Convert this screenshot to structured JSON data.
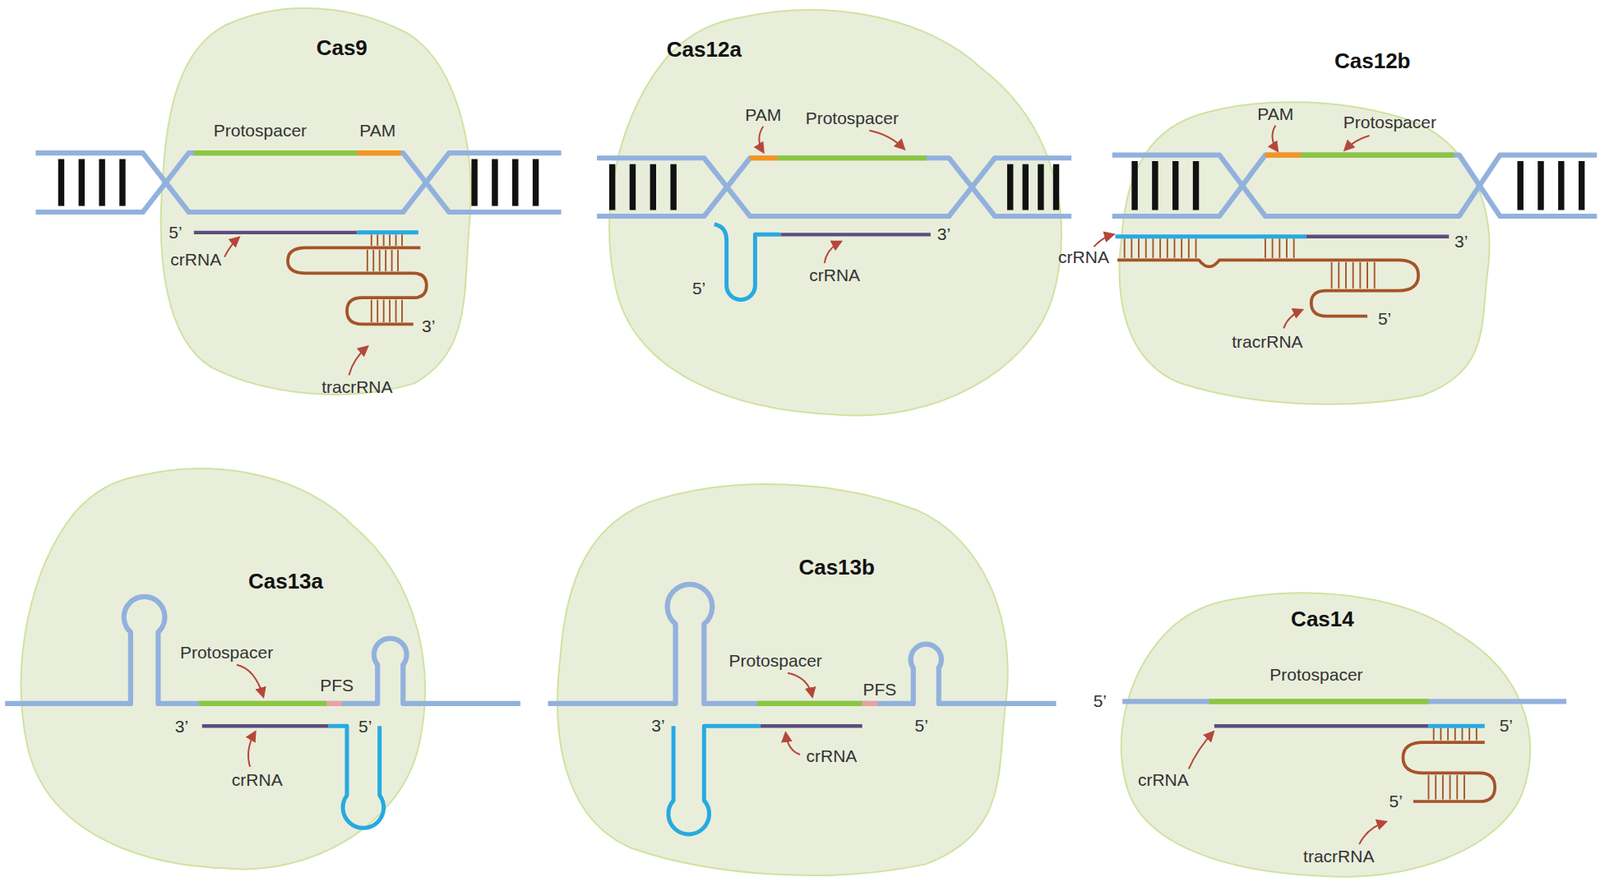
{
  "diagram": {
    "nodes": [
      {
        "text": [
          "Cas9"
        ]
      },
      {
        "text": [
          "Cas12a"
        ]
      },
      {
        "text": [
          "Cas12b"
        ]
      },
      {
        "text": [
          "Cas13a"
        ]
      },
      {
        "text": [
          "Cas13b"
        ]
      },
      {
        "text": [
          "Cas14"
        ]
      }
    ],
    "labels": [
      "Protospacer",
      "PAM",
      "5’",
      "crRNA",
      "3’",
      "tracrRNA",
      "PAM",
      "Protospacer",
      "5’",
      "crRNA",
      "3’",
      "PAM",
      "Protospacer",
      "crRNA",
      "3’",
      "5’",
      "tracrRNA",
      "Protospacer",
      "PFS",
      "3’",
      "5’",
      "crRNA",
      "Protospacer",
      "PFS",
      "3’",
      "5’",
      "crRNA",
      "5’",
      "Protospacer",
      "5’",
      "crRNA",
      "5’",
      "tracrRNA"
    ]
  }
}
